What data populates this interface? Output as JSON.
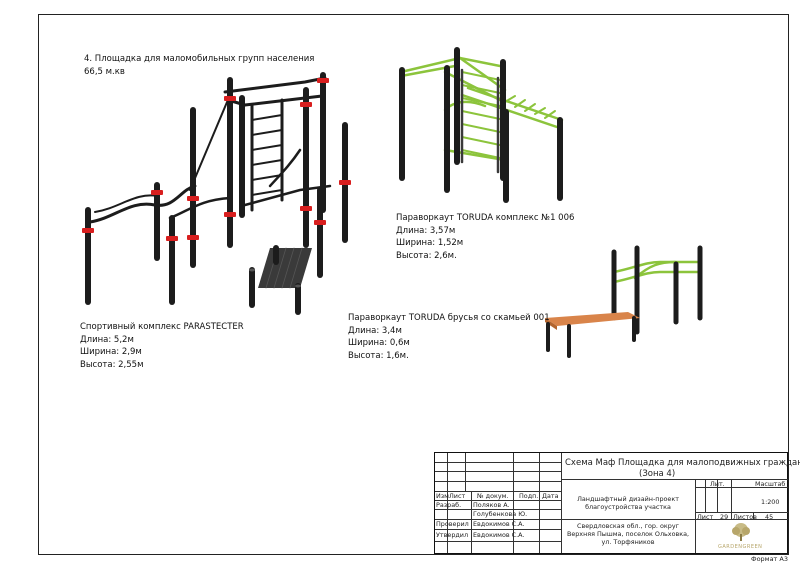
{
  "zone": {
    "title": "4. Площадка для маломобильных групп населения",
    "area": "66,5 м.кв"
  },
  "items": {
    "parastecter": {
      "name": "Спортивный комплекс PARASTECTER",
      "length": "Длина: 5,2м",
      "width": "Ширина: 2,9м",
      "height": "Высота: 2,55м"
    },
    "toruda_complex": {
      "name": "Параворкаут TORUDA комплекс №1 006",
      "length": "Длина: 3,57м",
      "width": "Ширина: 1,52м",
      "height": "Высота: 2,6м."
    },
    "toruda_bars": {
      "name": "Параворкаут TORUDA брусья со скамьей 001",
      "length": "Длина: 3,4м",
      "width": "Ширина: 0,6м",
      "height": "Высота: 1,6м."
    }
  },
  "stamp": {
    "title_line1": "Схема Маф  Площадка для малоподвижных граждан",
    "title_line2": "(Зона 4)",
    "headers": {
      "izm": "Изм",
      "list": "Лист",
      "ndoc": "№  докум.",
      "podp": "Подп.",
      "data": "Дата"
    },
    "roles": [
      {
        "role": "Разраб.",
        "name": "Поляков А."
      },
      {
        "role": "",
        "name": "Голубенкова Ю."
      },
      {
        "role": "Проверил",
        "name": "Евдокимов С.А."
      },
      {
        "role": "Утвердил",
        "name": "Евдокимов С.А."
      }
    ],
    "project": "Ландшафтный дизайн-проект благоустройства участка",
    "lit_label": "Лит.",
    "scale_label": "Масштаб",
    "scale_value": "1:200",
    "sheet_label": "Лист",
    "sheet_value": "29",
    "sheets_label": "Листов",
    "sheets_value": "45",
    "address": "Свердловская обл., гор. округ Верхняя Пышма, поселок Ольховка, ул. Торфяников",
    "logo_text": "GARDENGREEN"
  },
  "format": "Формат А3",
  "colors": {
    "post": "#1c1c1c",
    "clamp": "#d81e1e",
    "green_bar": "#8cc43c",
    "bench_wood": "#d9844a",
    "bench_dark": "#3a3a3a",
    "logo": "#b7a66a"
  }
}
